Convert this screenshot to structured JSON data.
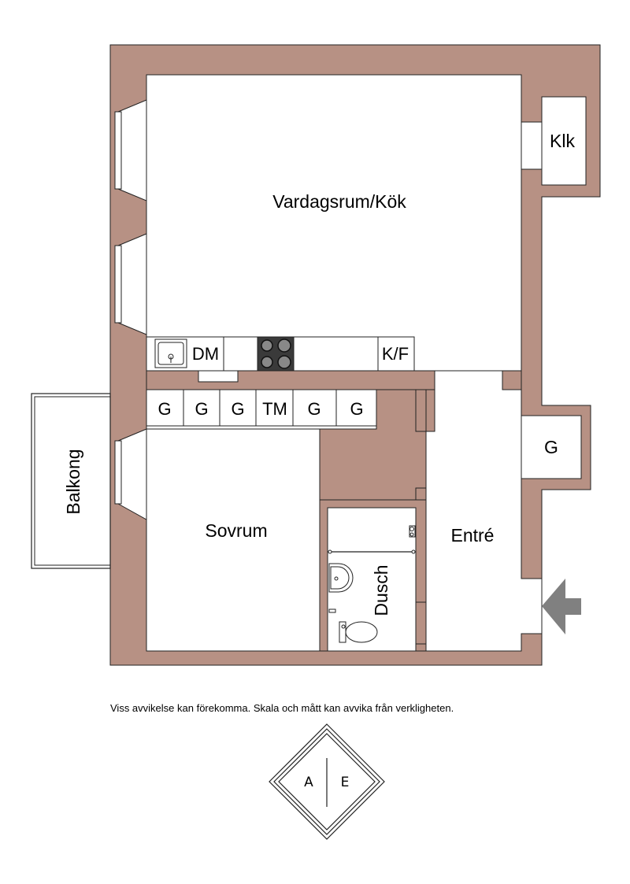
{
  "colors": {
    "wall": "#b79184",
    "wall_stroke": "#222222",
    "floor": "#ffffff",
    "entry_arrow": "#808080",
    "stove": "#3a3a3a"
  },
  "rooms": {
    "living_kitchen": "Vardagsrum/Kök",
    "closet": "Klk",
    "bedroom": "Sovrum",
    "entrance": "Entré",
    "shower": "Dusch",
    "balcony": "Balkong",
    "wardrobe_hall": "G"
  },
  "kitchen": {
    "dishwasher": "DM",
    "fridge_freezer": "K/F"
  },
  "wardrobes": [
    "G",
    "G",
    "G",
    "TM",
    "G",
    "G"
  ],
  "disclaimer": "Viss avvikelse kan förekomma. Skala och mått kan avvika från verkligheten.",
  "logo": {
    "left": "A",
    "right": "E"
  }
}
